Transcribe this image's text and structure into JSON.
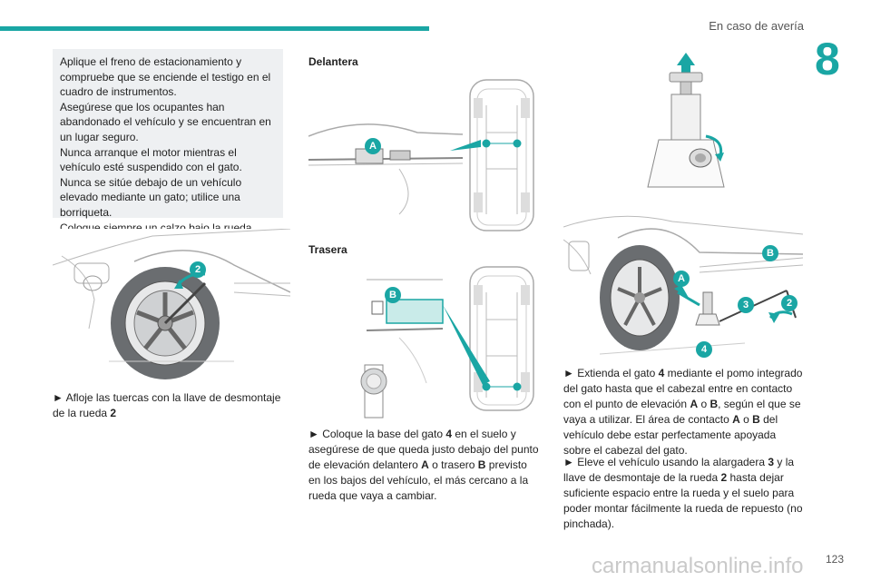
{
  "header": {
    "title": "En caso de avería",
    "chapter": "8"
  },
  "warning": {
    "lines": [
      "Aplique el freno de estacionamiento y compruebe que se enciende el testigo en el cuadro de instrumentos.",
      "Asegúrese que los ocupantes han abandonado el vehículo y se encuentran en un lugar seguro.",
      "Nunca arranque el motor mientras el vehículo esté suspendido con el gato.",
      "Nunca se sitúe debajo de un vehículo elevado mediante un gato; utilice una borriqueta.",
      "Coloque siempre un calzo bajo la rueda diagonalmente opuesta a la que vaya a cambiar."
    ]
  },
  "col1": {
    "step_prefix": "► ",
    "step_text": "Afloje las tuercas con la llave de desmontaje de la rueda ",
    "step_ref": "2"
  },
  "col2": {
    "front_title": "Delantera",
    "rear_title": "Trasera",
    "step_prefix": "► ",
    "step_a": "Coloque la base del gato ",
    "step_ref1": "4",
    "step_b": " en el suelo y asegúrese de que queda justo debajo del punto de elevación delantero ",
    "step_ref2": "A",
    "step_c": " o trasero ",
    "step_ref3": "B",
    "step_d": " previsto en los bajos del vehículo, el más cercano a la rueda que vaya a cambiar."
  },
  "col3": {
    "step1_prefix": "► ",
    "step1_a": "Extienda el gato ",
    "step1_ref1": "4",
    "step1_b": " mediante el pomo integrado del gato hasta que el cabezal entre en contacto con el punto de elevación ",
    "step1_ref2": "A",
    "step1_c": " o ",
    "step1_ref3": "B",
    "step1_d": ", según el que se vaya a utilizar. El área de contacto ",
    "step1_ref4": "A",
    "step1_e": " o ",
    "step1_ref5": "B",
    "step1_f": " del vehículo debe estar perfectamente apoyada sobre el cabezal del gato.",
    "step2_prefix": "► ",
    "step2_a": "Eleve el vehículo usando la alargadera ",
    "step2_ref1": "3",
    "step2_b": " y la llave de desmontaje de la rueda ",
    "step2_ref2": "2",
    "step2_c": " hasta dejar suficiente espacio entre la rueda y el suelo para poder montar fácilmente la rueda de repuesto (no pinchada)."
  },
  "callouts": {
    "a": "A",
    "b": "B",
    "two": "2",
    "three": "3",
    "four": "4"
  },
  "page_number": "123",
  "watermark": "carmanualsonline.info",
  "colors": {
    "accent": "#1aa6a4",
    "box": "#eef0f2"
  }
}
